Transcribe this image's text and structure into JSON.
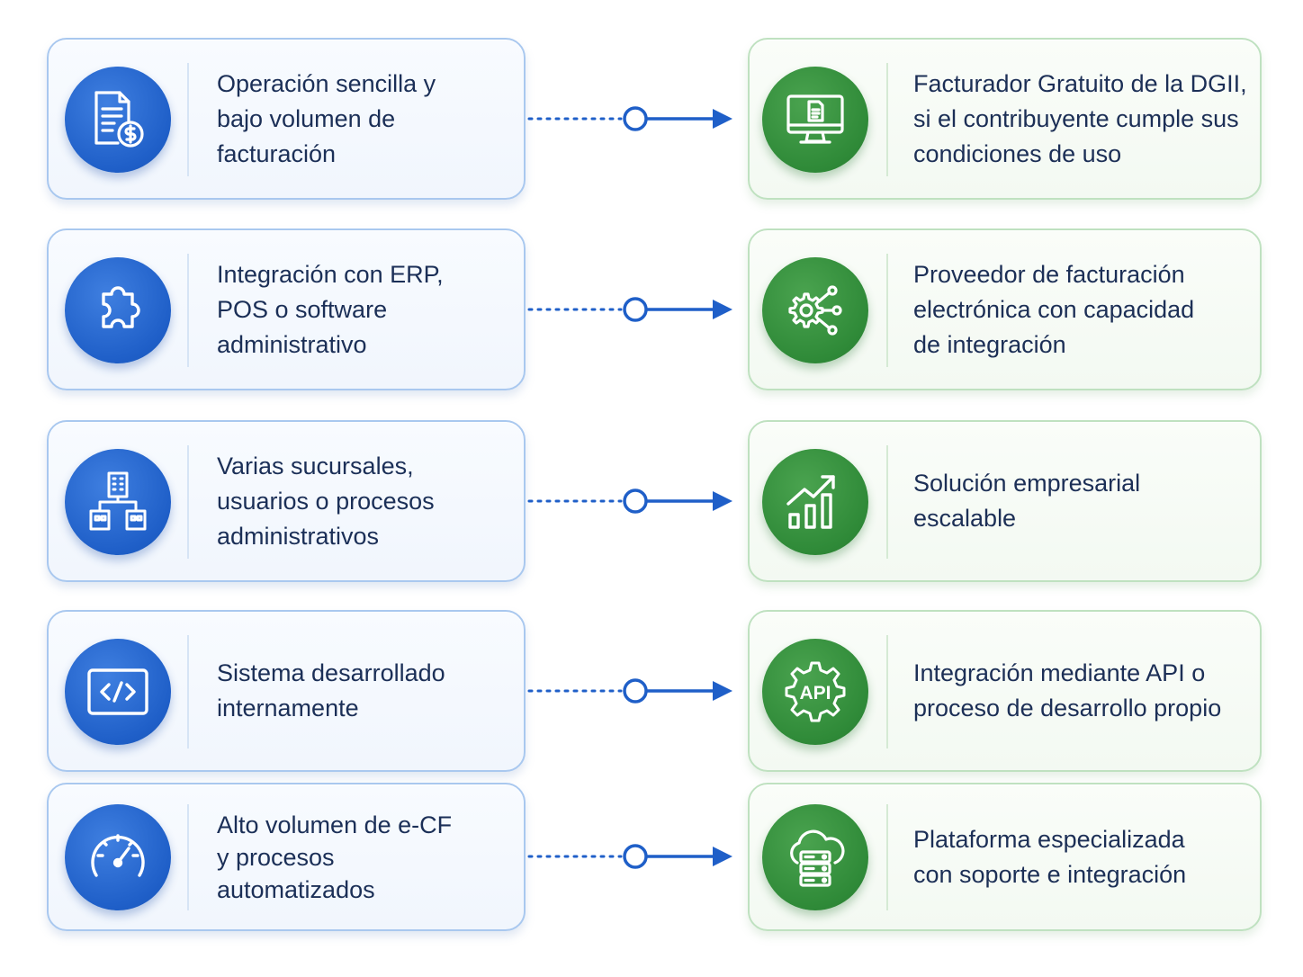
{
  "colors": {
    "blue_accent": "#1f5fc8",
    "green_accent": "#2f8a38",
    "connector": "#1f5fc8",
    "text": "#1b2f57"
  },
  "rows": [
    {
      "left": {
        "text": "Operación sencilla y\nbajo volumen de\nfacturación",
        "icon": "invoice-dollar-icon"
      },
      "right": {
        "text": "Facturador Gratuito de la DGII,\nsi el contribuyente cumple sus\ncondiciones de uso",
        "icon": "monitor-document-icon"
      }
    },
    {
      "left": {
        "text": "Integración con ERP,\nPOS o software\nadministrativo",
        "icon": "puzzle-piece-icon"
      },
      "right": {
        "text": "Proveedor de facturación\nelectrónica con capacidad\nde integración",
        "icon": "gear-network-icon"
      }
    },
    {
      "left": {
        "text": "Varias sucursales,\nusuarios o procesos\nadministrativos",
        "icon": "branch-buildings-icon"
      },
      "right": {
        "text": "Solución empresarial\nescalable",
        "icon": "growth-chart-icon"
      }
    },
    {
      "left": {
        "text": "Sistema desarrollado\ninternamente",
        "icon": "code-window-icon"
      },
      "right": {
        "text": "Integración mediante API o\nproceso de desarrollo propio",
        "icon": "api-gear-icon"
      }
    },
    {
      "left": {
        "text": "Alto volumen de e-CF\ny procesos\nautomatizados",
        "icon": "speedometer-icon"
      },
      "right": {
        "text": "Plataforma especializada\ncon soporte e integración",
        "icon": "cloud-server-icon"
      }
    }
  ]
}
